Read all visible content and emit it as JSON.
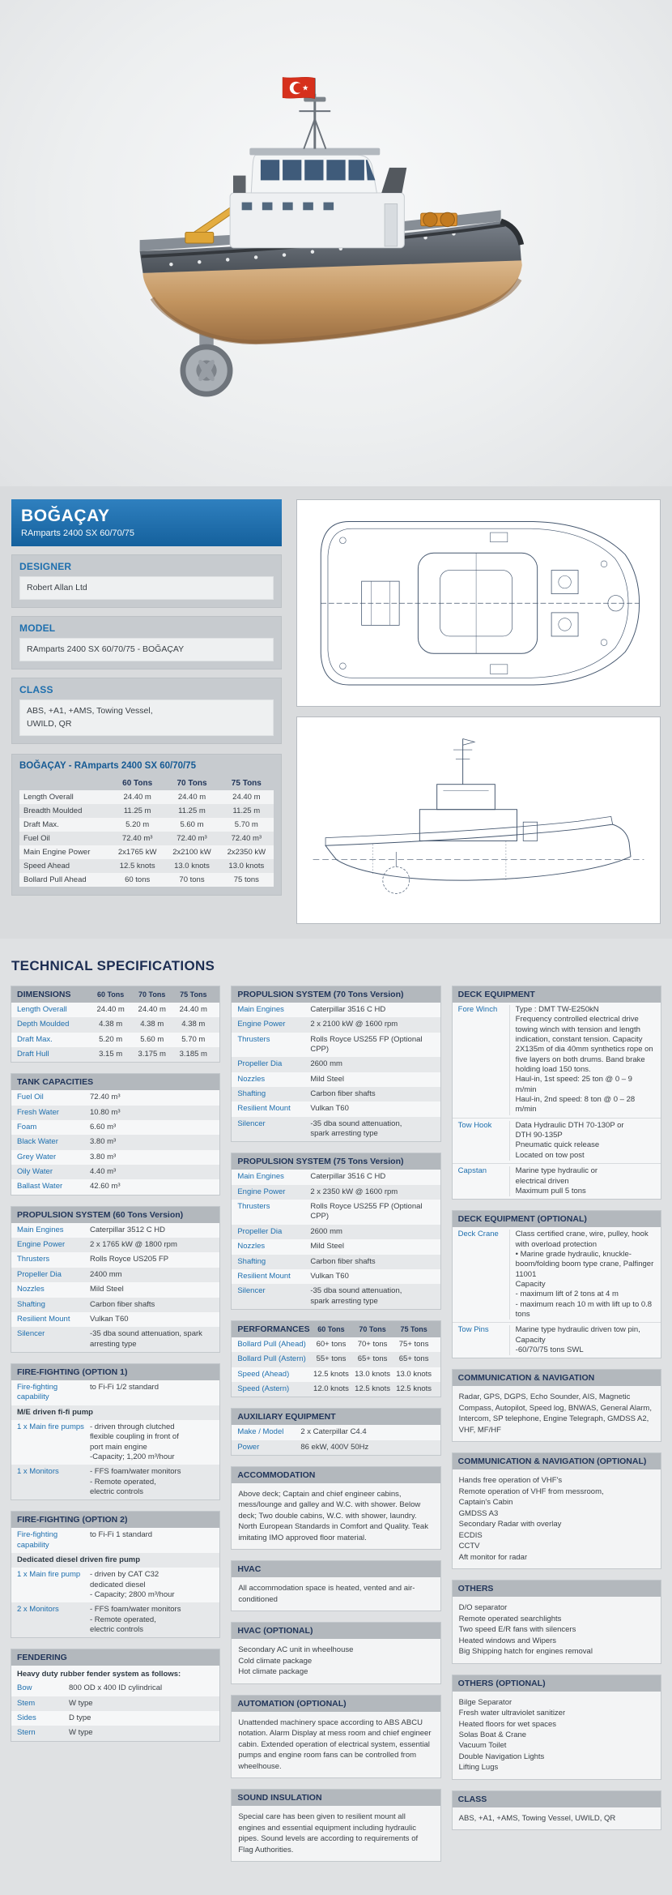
{
  "header": {
    "title": "BOĞAÇAY",
    "subtitle": "RAmparts 2400 SX 60/70/75"
  },
  "info": {
    "designer": {
      "heading": "DESIGNER",
      "body": "Robert Allan Ltd"
    },
    "model": {
      "heading": "MODEL",
      "body": "RAmparts 2400 SX 60/70/75 - BOĞAÇAY"
    },
    "class": {
      "heading": "CLASS",
      "body": "ABS, +A1, +AMS, Towing Vessel,\nUWILD, QR"
    }
  },
  "summary": {
    "title": "BOĞAÇAY - RAmparts 2400 SX 60/70/75",
    "columns": [
      "60 Tons",
      "70 Tons",
      "75 Tons"
    ],
    "rows": [
      {
        "label": "Length Overall",
        "v": [
          "24.40 m",
          "24.40 m",
          "24.40 m"
        ]
      },
      {
        "label": "Breadth Moulded",
        "v": [
          "11.25 m",
          "11.25 m",
          "11.25 m"
        ]
      },
      {
        "label": "Draft Max.",
        "v": [
          "5.20 m",
          "5.60 m",
          "5.70 m"
        ]
      },
      {
        "label": "Fuel Oil",
        "v": [
          "72.40 m³",
          "72.40 m³",
          "72.40 m³"
        ]
      },
      {
        "label": "Main Engine Power",
        "v": [
          "2x1765 kW",
          "2x2100 kW",
          "2x2350 kW"
        ]
      },
      {
        "label": "Speed Ahead",
        "v": [
          "12.5 knots",
          "13.0 knots",
          "13.0 knots"
        ]
      },
      {
        "label": "Bollard Pull Ahead",
        "v": [
          "60 tons",
          "70 tons",
          "75 tons"
        ]
      }
    ]
  },
  "tech_title": "TECHNICAL SPECIFICATIONS",
  "col1": {
    "dimensions": {
      "title": "DIMENSIONS",
      "columns": [
        "60 Tons",
        "70 Tons",
        "75 Tons"
      ],
      "rows": [
        {
          "label": "Length Overall",
          "v": [
            "24.40 m",
            "24.40 m",
            "24.40 m"
          ]
        },
        {
          "label": "Depth Moulded",
          "v": [
            "4.38 m",
            "4.38 m",
            "4.38 m"
          ]
        },
        {
          "label": "Draft Max.",
          "v": [
            "5.20 m",
            "5.60 m",
            "5.70 m"
          ]
        },
        {
          "label": "Draft Hull",
          "v": [
            "3.15 m",
            "3.175 m",
            "3.185 m"
          ]
        }
      ]
    },
    "tank_capacities": {
      "title": "TANK CAPACITIES",
      "rows": [
        {
          "label": "Fuel Oil",
          "value": "72.40 m³"
        },
        {
          "label": "Fresh Water",
          "value": "10.80 m³"
        },
        {
          "label": "Foam",
          "value": "6.60 m³"
        },
        {
          "label": "Black Water",
          "value": "3.80 m³"
        },
        {
          "label": "Grey Water",
          "value": "3.80 m³"
        },
        {
          "label": "Oily Water",
          "value": "4.40 m³"
        },
        {
          "label": "Ballast Water",
          "value": "42.60 m³"
        }
      ]
    },
    "propulsion_60": {
      "title": "PROPULSION SYSTEM (60 Tons Version)",
      "rows": [
        {
          "label": "Main Engines",
          "value": "Caterpillar 3512 C HD"
        },
        {
          "label": "Engine Power",
          "value": "2 x 1765 kW @ 1800 rpm"
        },
        {
          "label": "Thrusters",
          "value": "Rolls Royce US205 FP"
        },
        {
          "label": "Propeller Dia",
          "value": "2400 mm"
        },
        {
          "label": "Nozzles",
          "value": "Mild Steel"
        },
        {
          "label": "Shafting",
          "value": "Carbon fiber shafts"
        },
        {
          "label": "Resilient Mount",
          "value": "Vulkan T60"
        },
        {
          "label": "Silencer",
          "value": "-35 dba sound attenuation, spark arresting type"
        }
      ]
    },
    "fire_fighting_1": {
      "title": "FIRE-FIGHTING (OPTION 1)",
      "rows": [
        {
          "label": "Fire-fighting capability",
          "value": "to Fi-Fi 1/2 standard"
        },
        {
          "label": "M/E driven fi-fi pump",
          "value": ""
        },
        {
          "label": "1 x Main fire pumps",
          "value": "- driven through clutched\nflexible coupling in front of\nport main engine\n-Capacity; 1,200 m³/hour"
        },
        {
          "label": "1 x Monitors",
          "value": "- FFS foam/water monitors\n- Remote operated,\nelectric controls"
        }
      ]
    },
    "fire_fighting_2": {
      "title": "FIRE-FIGHTING (OPTION 2)",
      "rows": [
        {
          "label": "Fire-fighting capability",
          "value": "to Fi-Fi 1 standard"
        },
        {
          "label": "Dedicated diesel driven fire pump",
          "value": ""
        },
        {
          "label": "1 x Main fire pump",
          "value": "- driven by CAT C32\ndedicated diesel\n- Capacity; 2800 m³/hour"
        },
        {
          "label": "2 x Monitors",
          "value": "- FFS foam/water monitors\n- Remote operated,\nelectric controls"
        }
      ]
    },
    "fendering": {
      "title": "FENDERING",
      "intro": "Heavy duty rubber fender system as follows:",
      "rows": [
        {
          "label": "Bow",
          "value": "800 OD x 400 ID cylindrical"
        },
        {
          "label": "Stem",
          "value": "W type"
        },
        {
          "label": "Sides",
          "value": "D type"
        },
        {
          "label": "Stern",
          "value": "W type"
        }
      ]
    }
  },
  "col2": {
    "propulsion_70": {
      "title": "PROPULSION SYSTEM (70 Tons Version)",
      "rows": [
        {
          "label": "Main Engines",
          "value": "Caterpillar 3516 C HD"
        },
        {
          "label": "Engine Power",
          "value": "2 x 2100 kW @ 1600 rpm"
        },
        {
          "label": "Thrusters",
          "value": "Rolls Royce US255 FP (Optional CPP)"
        },
        {
          "label": "Propeller Dia",
          "value": "2600 mm"
        },
        {
          "label": "Nozzles",
          "value": "Mild Steel"
        },
        {
          "label": "Shafting",
          "value": "Carbon fiber shafts"
        },
        {
          "label": "Resilient Mount",
          "value": "Vulkan T60"
        },
        {
          "label": "Silencer",
          "value": "-35 dba sound attenuation,\nspark arresting type"
        }
      ]
    },
    "propulsion_75": {
      "title": "PROPULSION SYSTEM (75 Tons Version)",
      "rows": [
        {
          "label": "Main Engines",
          "value": "Caterpillar 3516 C HD"
        },
        {
          "label": "Engine Power",
          "value": "2 x 2350 kW @ 1600 rpm"
        },
        {
          "label": "Thrusters",
          "value": "Rolls Royce US255 FP (Optional CPP)"
        },
        {
          "label": "Propeller Dia",
          "value": "2600 mm"
        },
        {
          "label": "Nozzles",
          "value": "Mild Steel"
        },
        {
          "label": "Shafting",
          "value": "Carbon fiber shafts"
        },
        {
          "label": "Resilient Mount",
          "value": "Vulkan T60"
        },
        {
          "label": "Silencer",
          "value": "-35 dba sound attenuation,\nspark arresting type"
        }
      ]
    },
    "performances": {
      "title": "PERFORMANCES",
      "columns": [
        "60 Tons",
        "70 Tons",
        "75 Tons"
      ],
      "rows": [
        {
          "label": "Bollard Pull (Ahead)",
          "v": [
            "60+ tons",
            "70+ tons",
            "75+ tons"
          ]
        },
        {
          "label": "Bollard Pull (Astern)",
          "v": [
            "55+ tons",
            "65+ tons",
            "65+ tons"
          ]
        },
        {
          "label": "Speed (Ahead)",
          "v": [
            "12.5 knots",
            "13.0 knots",
            "13.0 knots"
          ]
        },
        {
          "label": "Speed (Astern)",
          "v": [
            "12.0 knots",
            "12.5 knots",
            "12.5 knots"
          ]
        }
      ]
    },
    "auxiliary_equipment": {
      "title": "AUXILIARY EQUIPMENT",
      "rows": [
        {
          "label": "Make / Model",
          "value": "2 x Caterpillar C4.4"
        },
        {
          "label": "Power",
          "value": "86 ekW, 400V 50Hz"
        }
      ]
    },
    "accommodation": {
      "title": "ACCOMMODATION",
      "text": "Above deck; Captain and chief engineer cabins, mess/lounge and galley and W.C. with shower. Below deck; Two double cabins, W.C. with shower, laundry. North European Standards in Comfort and Quality. Teak imitating IMO approved floor material."
    },
    "hvac": {
      "title": "HVAC",
      "text": "All accommodation space is heated, vented and air-conditioned"
    },
    "hvac_optional": {
      "title": "HVAC (OPTIONAL)",
      "text": "Secondary AC unit in wheelhouse\nCold climate package\nHot climate package"
    },
    "automation_optional": {
      "title": "AUTOMATION (OPTIONAL)",
      "text": "Unattended machinery space according to ABS ABCU notation. Alarm Display at mess room and chief engineer cabin. Extended operation of electrical system, essential pumps and engine room fans can be controlled from wheelhouse."
    },
    "sound_insulation": {
      "title": "SOUND INSULATION",
      "text": "Special care has been given to resilient mount all engines and essential equipment including hydraulic pipes. Sound levels are according to requirements of Flag Authorities."
    }
  },
  "col3": {
    "deck_equipment": {
      "title": "DECK EQUIPMENT",
      "rows": [
        {
          "label": "Fore Winch",
          "value": "Type : DMT TW-E250kN\nFrequency controlled electrical drive towing winch with tension and length indication, constant tension. Capacity 2X135m of dia 40mm synthetics rope on five layers on both drums. Band brake holding load 150 tons.\nHaul-in, 1st speed: 25 ton @ 0 – 9  m/min\nHaul-in, 2nd speed:  8 ton @ 0 – 28 m/min"
        },
        {
          "label": "Tow Hook",
          "value": "Data Hydraulic DTH 70-130P or\nDTH 90-135P\nPneumatic quick release\nLocated on tow post"
        },
        {
          "label": "Capstan",
          "value": "Marine type hydraulic or\nelectrical driven\nMaximum pull 5 tons"
        }
      ]
    },
    "deck_equipment_optional": {
      "title": "DECK EQUIPMENT (OPTIONAL)",
      "rows": [
        {
          "label": "Deck Crane",
          "value": "Class certified crane, wire, pulley, hook with overload protection\n• Marine grade hydraulic, knuckle-boom/folding boom type crane, Palfinger 11001\nCapacity\n- maximum lift of 2 tons at 4 m\n- maximum reach 10 m with lift up to 0.8 tons"
        },
        {
          "label": "Tow Pins",
          "value": "Marine type hydraulic driven tow pin,\nCapacity\n-60/70/75 tons SWL"
        }
      ]
    },
    "comm_nav": {
      "title": "COMMUNICATION & NAVIGATION",
      "text": "Radar, GPS, DGPS, Echo Sounder, AIS, Magnetic Compass, Autopilot, Speed log, BNWAS, General Alarm, Intercom, SP telephone, Engine Telegraph, GMDSS A2, VHF, MF/HF"
    },
    "comm_nav_optional": {
      "title": "COMMUNICATION & NAVIGATION (OPTIONAL)",
      "text": "Hands free operation of VHF's\nRemote operation of VHF from messroom,\nCaptain's Cabin\nGMDSS A3\nSecondary Radar with overlay\nECDIS\nCCTV\nAft monitor for radar"
    },
    "others": {
      "title": "OTHERS",
      "text": "D/O separator\nRemote operated searchlights\nTwo speed E/R fans with silencers\nHeated windows and Wipers\nBig Shipping hatch for engines removal"
    },
    "others_optional": {
      "title": "OTHERS (OPTIONAL)",
      "text": "Bilge Separator\nFresh water ultraviolet sanitizer\nHeated floors for wet spaces\nSolas Boat & Crane\nVacuum Toilet\nDouble Navigation Lights\nLifting Lugs"
    },
    "class_card": {
      "title": "CLASS",
      "text": "ABS, +A1, +AMS, Towing Vessel, UWILD, QR"
    }
  },
  "colors": {
    "accent_blue": "#1e6fae",
    "navy_heading": "#22365a",
    "flag_red": "#d6301c",
    "hull_tan": "#c2945f"
  }
}
